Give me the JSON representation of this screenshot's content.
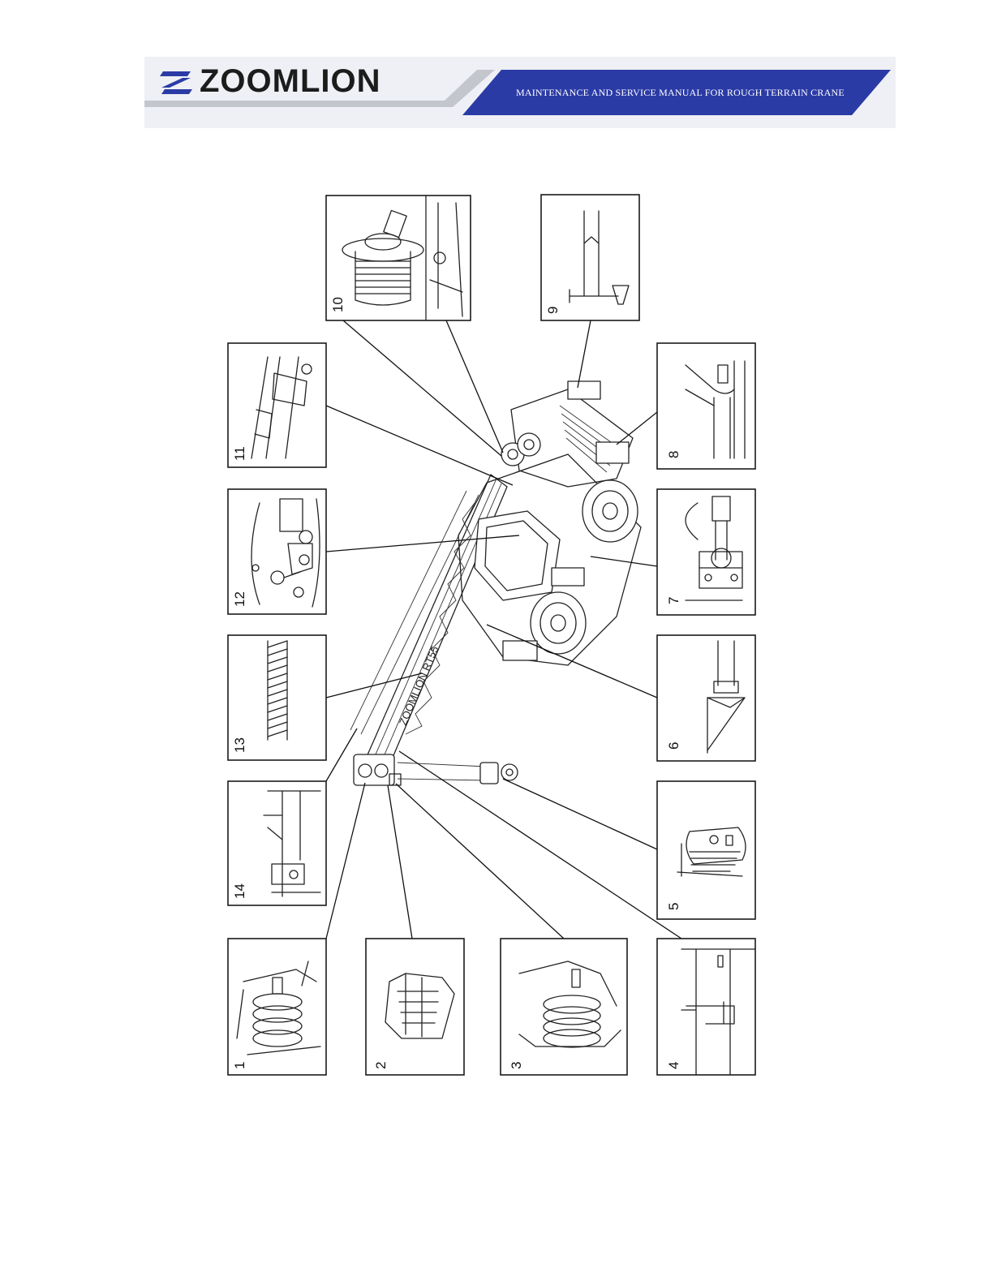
{
  "header": {
    "brand": "ZOOMLION",
    "manual_title": "MAINTENANCE AND SERVICE MANUAL FOR ROUGH TERRAIN CRANE",
    "colors": {
      "blue": "#2b3ba6",
      "grey": "#c3c6cc",
      "logo_blue": "#2b3ba6"
    }
  },
  "diagram": {
    "crane_markings": "ZOOMLION RT55",
    "panels": [
      {
        "id": "1",
        "label": "1"
      },
      {
        "id": "2",
        "label": "2"
      },
      {
        "id": "3",
        "label": "3"
      },
      {
        "id": "4",
        "label": "4"
      },
      {
        "id": "5",
        "label": "5"
      },
      {
        "id": "6",
        "label": "6"
      },
      {
        "id": "7",
        "label": "7"
      },
      {
        "id": "8",
        "label": "8"
      },
      {
        "id": "9",
        "label": "9"
      },
      {
        "id": "10",
        "label": "10"
      },
      {
        "id": "11",
        "label": "11"
      },
      {
        "id": "12",
        "label": "12"
      },
      {
        "id": "13",
        "label": "13"
      },
      {
        "id": "14",
        "label": "14"
      }
    ]
  }
}
